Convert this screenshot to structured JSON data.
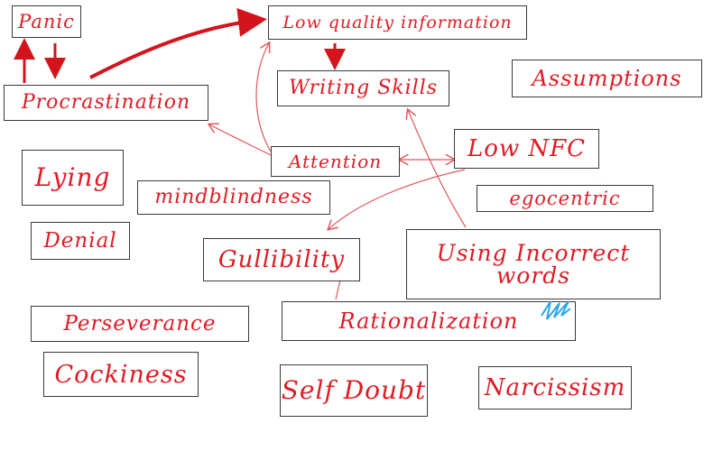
{
  "colors": {
    "ink": "#e01b24",
    "box_border": "#3a3a3a",
    "arrow_thick": "#d4141c",
    "arrow_thin": "#e0555a",
    "scribble": "#2aa6e8",
    "background": "#ffffff"
  },
  "nodes": {
    "panic": "Panic",
    "low_quality_information": "Low quality information",
    "procrastination": "Procrastination",
    "writing_skills": "Writing Skills",
    "assumptions": "Assumptions",
    "attention": "Attention",
    "low_nfc": "Low NFC",
    "lying": "Lying",
    "mindblindness": "mindblindness",
    "egocentric": "egocentric",
    "denial": "Denial",
    "gullibility": "Gullibility",
    "using_incorrect_words": "Using Incorrect words",
    "perseverance": "Perseverance",
    "rationalization": "Rationalization",
    "cockiness": "Cockiness",
    "self_doubt": "Self Doubt",
    "narcissism": "Narcissism"
  },
  "edges": [
    {
      "from": "panic",
      "to": "procrastination",
      "style": "thick"
    },
    {
      "from": "procrastination",
      "to": "panic",
      "style": "thick"
    },
    {
      "from": "procrastination",
      "to": "low_quality_information",
      "style": "thick"
    },
    {
      "from": "low_quality_information",
      "to": "writing_skills",
      "style": "thick"
    },
    {
      "from": "attention",
      "to": "procrastination",
      "style": "thin"
    },
    {
      "from": "attention",
      "to": "low_quality_information",
      "style": "thin"
    },
    {
      "from": "attention",
      "to": "low_nfc",
      "style": "thin-both"
    },
    {
      "from": "low_nfc",
      "to": "gullibility",
      "style": "thin"
    },
    {
      "from": "using_incorrect_words",
      "to": "writing_skills",
      "style": "thin"
    }
  ]
}
